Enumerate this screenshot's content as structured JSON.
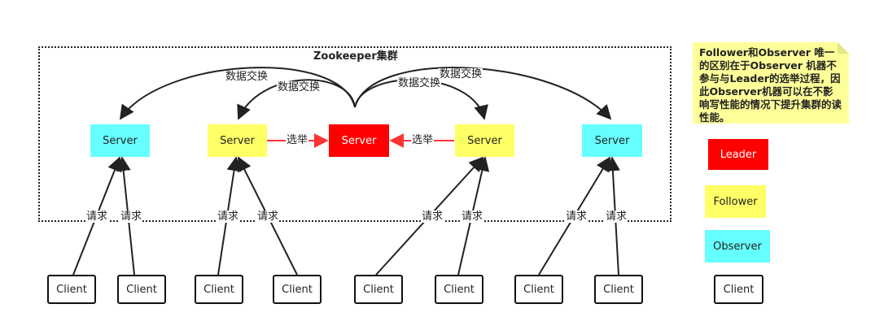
{
  "cluster": {
    "title": "Zookeeper集群"
  },
  "servers": [
    {
      "id": "s1",
      "label": "Server",
      "role": "observer"
    },
    {
      "id": "s2",
      "label": "Server",
      "role": "follower"
    },
    {
      "id": "s3",
      "label": "Server",
      "role": "leader"
    },
    {
      "id": "s4",
      "label": "Server",
      "role": "follower"
    },
    {
      "id": "s5",
      "label": "Server",
      "role": "observer"
    }
  ],
  "clients": [
    "Client",
    "Client",
    "Client",
    "Client",
    "Client",
    "Client",
    "Client",
    "Client"
  ],
  "edges": {
    "data_exchange": "数据交换",
    "election": "选举",
    "request": "请求"
  },
  "legend": {
    "leader": "Leader",
    "follower": "Follower",
    "observer": "Observer",
    "client": "Client"
  },
  "note": {
    "text": "Follower和Observer 唯一的区别在于Observer 机器不参与与Leader的选举过程，因此Observer机器可以在不影响写性能的情况下提升集群的读性能。"
  },
  "colors": {
    "leader": "#ff0000",
    "follower": "#ffff66",
    "observer": "#66ffff",
    "note": "#ffff99",
    "election_arrow": "#ff3333",
    "line": "#222222"
  }
}
